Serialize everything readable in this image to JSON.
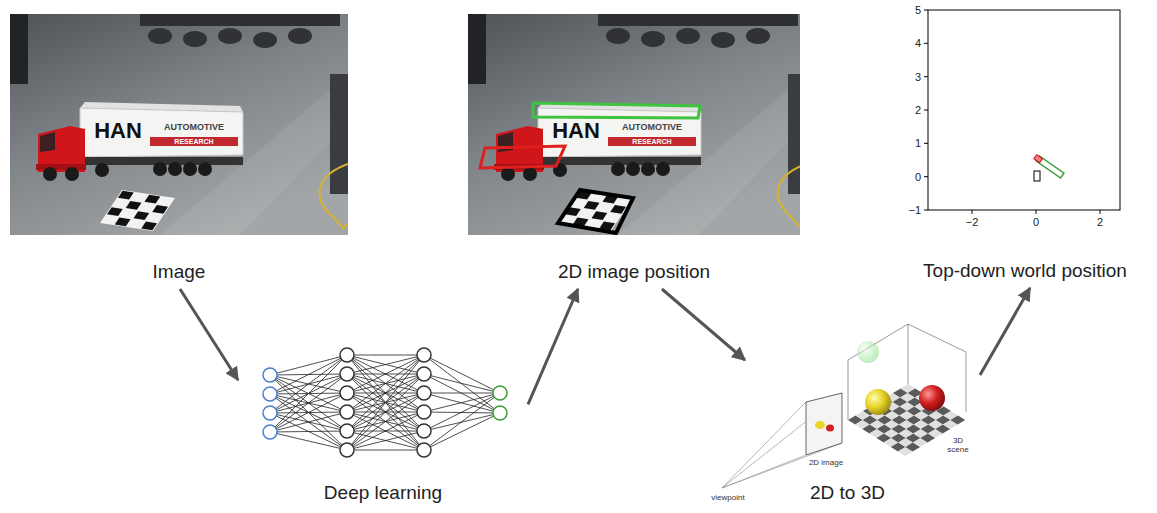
{
  "diagram": {
    "nodes": [
      {
        "text": [
          "Image"
        ]
      },
      {
        "text": [
          "2D image position"
        ]
      },
      {
        "text": [
          "Top-down world position"
        ]
      },
      {
        "text": [
          "Deep learning"
        ]
      },
      {
        "text": [
          "2D to 3D"
        ]
      }
    ],
    "edges": [
      {
        "from": 0,
        "to": 3,
        "arrow": "to"
      },
      {
        "from": 3,
        "to": 1,
        "arrow": "to"
      },
      {
        "from": 1,
        "to": 4,
        "arrow": "to"
      },
      {
        "from": 4,
        "to": 2,
        "arrow": "to"
      }
    ],
    "labels": [
      "HAN",
      "AUTOMOTIVE",
      "RESEARCH",
      "HAN",
      "AUTOMOTIVE",
      "RESEARCH",
      "5",
      "4",
      "3",
      "2",
      "1",
      "0",
      "−1",
      "−2",
      "0",
      "2",
      "2D image",
      "3D scene",
      "viewpoint"
    ]
  }
}
